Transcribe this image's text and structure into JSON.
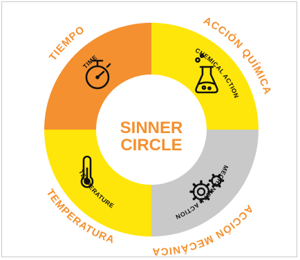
{
  "colors": {
    "orange": "#F4902F",
    "yellow": "#FFE60A",
    "gray": "#C9C9C9",
    "center_text": "#F4902F",
    "outer_text": "#F4902F",
    "inner_text": "#111111",
    "icon_stroke": "#111111",
    "background": "#FFFFFF",
    "frame_border": "#C8C8C8"
  },
  "center": {
    "line1": "SINNER",
    "line2": "CIRCLE"
  },
  "segments": [
    {
      "id": "time",
      "color_key": "orange",
      "outer_label": "TIEMPO",
      "inner_label": "TIME",
      "icon": "stopwatch-icon"
    },
    {
      "id": "chemical",
      "color_key": "yellow",
      "outer_label": "ACCIÓN QUÍMICA",
      "inner_label": "CHEMICAL ACTION",
      "icon": "flask-icon"
    },
    {
      "id": "mechanical",
      "color_key": "gray",
      "outer_label": "ACCIÓN MECÁNICA",
      "inner_label": "MECHANICAL ACTION",
      "icon": "gears-icon"
    },
    {
      "id": "temperature",
      "color_key": "yellow",
      "outer_label": "TEMPERATURA",
      "inner_label": "TEMPERATURE",
      "icon": "thermometer-icon"
    }
  ]
}
